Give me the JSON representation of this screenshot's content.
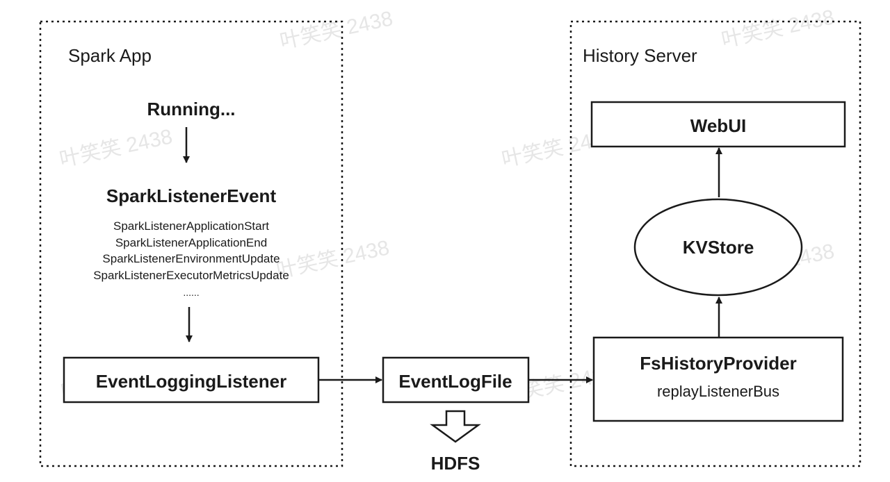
{
  "spark_app": {
    "title": "Spark App",
    "running": "Running...",
    "listener_event": {
      "heading": "SparkListenerEvent",
      "items": [
        "SparkListenerApplicationStart",
        "SparkListenerApplicationEnd",
        "SparkListenerEnvironmentUpdate",
        "SparkListenerExecutorMetricsUpdate"
      ],
      "ellipsis": "......"
    },
    "logging_listener": "EventLoggingListener"
  },
  "event_log_file": "EventLogFile",
  "hdfs": "HDFS",
  "history_server": {
    "title": "History Server",
    "webui": "WebUI",
    "kvstore": "KVStore",
    "provider": {
      "name": "FsHistoryProvider",
      "bus": "replayListenerBus"
    }
  },
  "watermark": "叶笑笑 2438",
  "colors": {
    "stroke": "#1a1a1a",
    "watermark": "#e6e6e6"
  }
}
